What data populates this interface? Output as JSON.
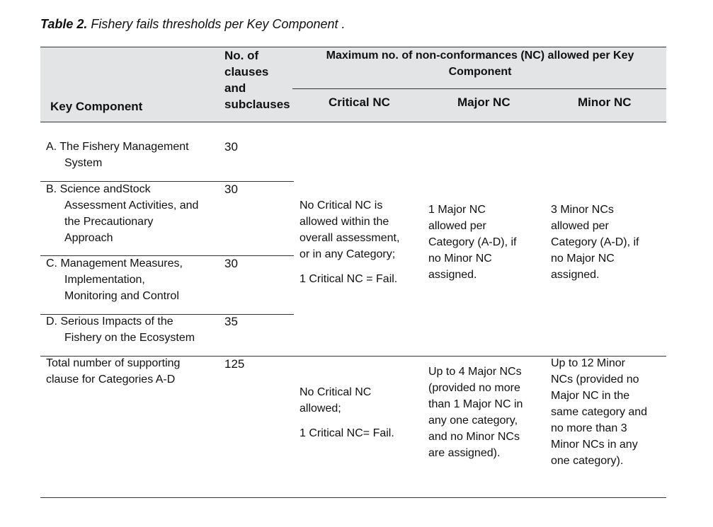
{
  "caption": {
    "label": "Table 2.",
    "text": " Fishery fails thresholds per Key Component ."
  },
  "header": {
    "key_component": "Key Component",
    "clauses": "No. of\nclauses\nand\nsubclauses",
    "max_nc": "Maximum no. of non-conformances (NC) allowed per Key Component",
    "critical": "Critical NC",
    "major": "Major NC",
    "minor": "Minor NC"
  },
  "rows": [
    {
      "first": "A. The Fishery Management",
      "rest": "System",
      "count": "30"
    },
    {
      "first": "B.  Science andStock",
      "rest": "Assessment Activities, and\nthe Precautionary\nApproach",
      "count": "30"
    },
    {
      "first": "C. Management Measures,",
      "rest": "Implementation,\nMonitoring and Control",
      "count": "30"
    },
    {
      "first": "D.  Serious Impacts of the",
      "rest": "Fishery on the Ecosystem",
      "count": "35"
    }
  ],
  "categories_nc": {
    "critical": "No Critical NC is\nallowed within the\noverall assessment,\nor in any Category;",
    "critical_fail": "1 Critical NC = Fail.",
    "major": "1 Major NC\nallowed per\nCategory (A-D), if\nno Minor NC\nassigned.",
    "minor": "3 Minor NCs\nallowed per\nCategory (A-D), if\nno Major NC\nassigned."
  },
  "total": {
    "label": "Total number of supporting\nclause for Categories A-D",
    "count": "125",
    "critical": "No Critical NC\nallowed;",
    "critical_fail": "1 Critical NC= Fail.",
    "major": "Up to 4 Major NCs\n(provided no more\nthan 1 Major NC in\nany one category,\nand no Minor NCs\nare assigned).",
    "minor": "Up to 12 Minor\nNCs (provided no\nMajor NC in the\nsame category and\nno more than 3\nMinor NCs in any\none category)."
  }
}
